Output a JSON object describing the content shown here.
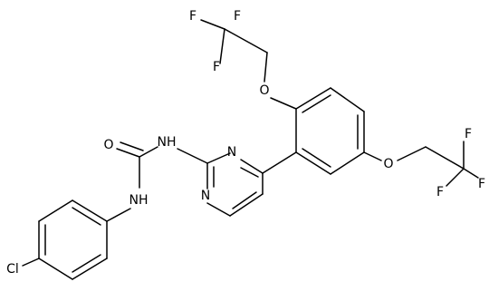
{
  "molecule": {
    "atoms": {
      "f1": "F",
      "f2": "F",
      "f3": "F",
      "o_top": "O",
      "n_pyr_top": "N",
      "n_pyr_bottom": "N",
      "nh_top": "NH",
      "o_carbonyl": "O",
      "nh_bottom": "NH",
      "o_right": "O",
      "f4": "F",
      "f5": "F",
      "f6": "F",
      "cl": "Cl"
    }
  }
}
